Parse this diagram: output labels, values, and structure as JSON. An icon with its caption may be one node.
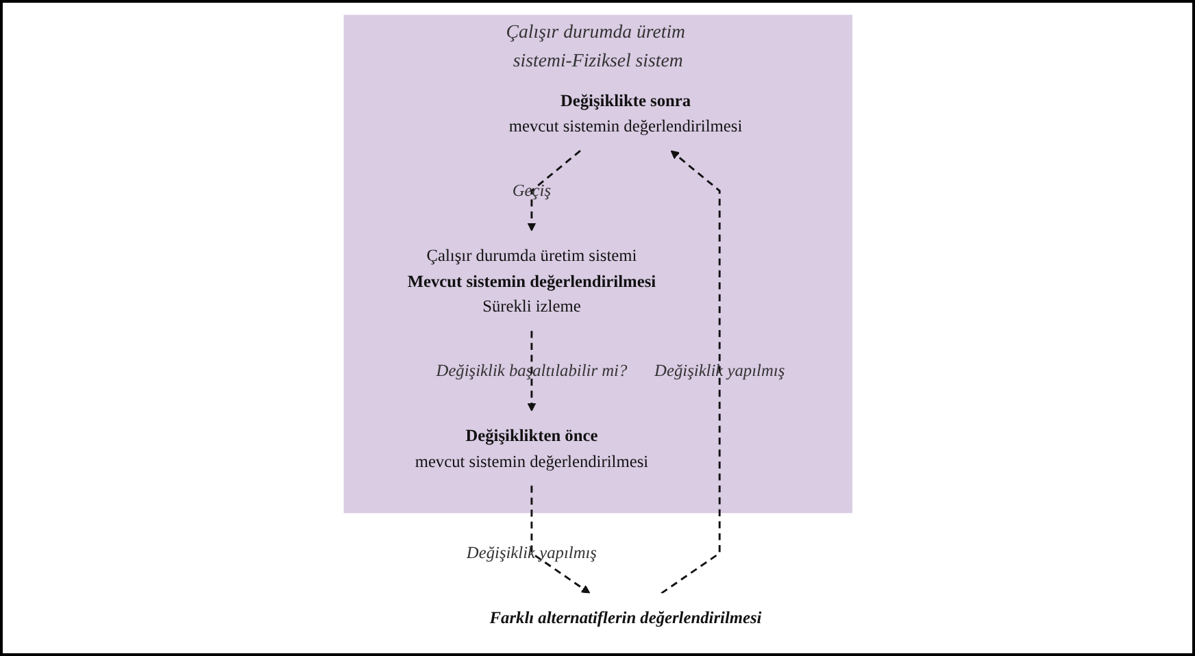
{
  "diagram": {
    "nodes": [
      {
        "text": [
          "Çalışır durumda üretim sistemi-Fiziksel sistem"
        ]
      },
      {
        "text": [
          "Değişiklikte sonra",
          "mevcut sistemin değerlendirilmesi"
        ],
        "in": 0
      },
      {
        "text": [
          "Çalışır durumda üretim sistemi",
          "Mevcut sistemin değerlendirilmesi",
          "Sürekli izleme"
        ],
        "in": 0
      },
      {
        "text": [
          "Değişiklikten önce",
          "mevcut sistemin değerlendirilmesi"
        ],
        "in": 0
      },
      {
        "text": [
          "Farklı alternatiflerin değerlendirilmesi"
        ]
      }
    ],
    "edges": [
      {
        "from": 1,
        "to": 2,
        "arrow": "to",
        "label": "Geçiş",
        "style": "dashed"
      },
      {
        "from": 2,
        "to": 3,
        "arrow": "to",
        "label": "Değişiklik başaltılabilir mi?",
        "style": "dashed"
      },
      {
        "from": 3,
        "to": 4,
        "arrow": "to",
        "label": "Değişiklik yapılmış",
        "style": "dashed"
      },
      {
        "from": 4,
        "to": 1,
        "arrow": "to",
        "label": "Değişiklik yapılmış",
        "style": "dashed"
      }
    ]
  }
}
